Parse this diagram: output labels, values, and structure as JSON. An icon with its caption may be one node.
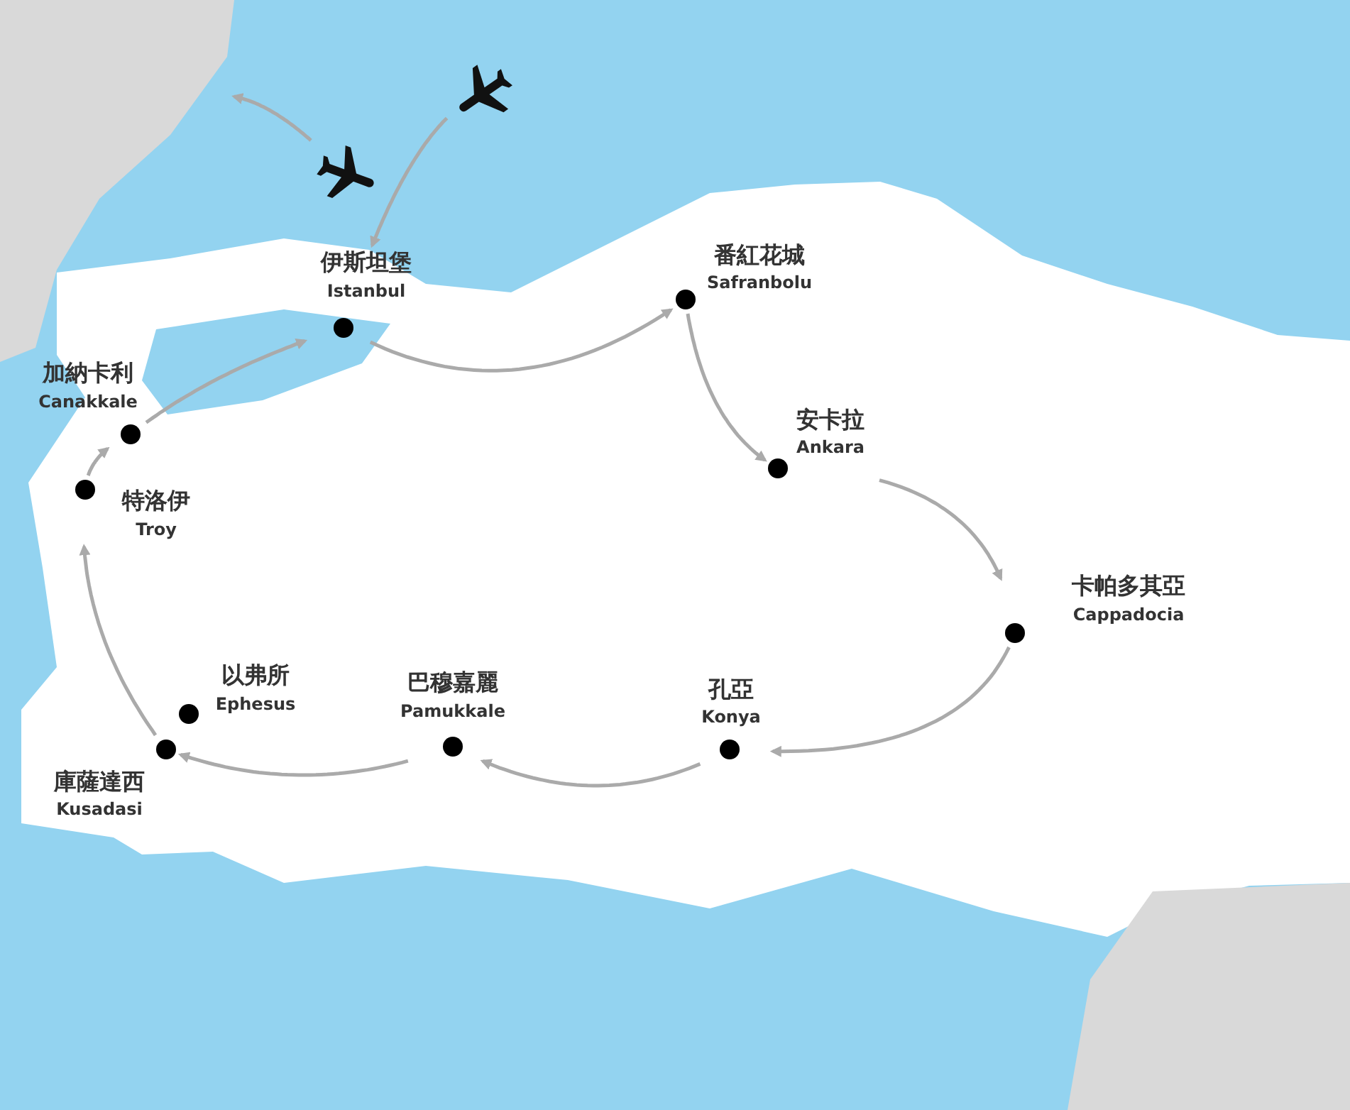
{
  "diagram": {
    "nodes": [
      {
        "text": [],
        "shape": "picture"
      },
      {
        "text": [],
        "shape": "picture"
      },
      {
        "text": [
          "伊斯坦堡",
          "Istanbul"
        ]
      },
      {
        "text": [
          "番紅花城",
          "Safranbolu"
        ]
      },
      {
        "text": [
          "加納卡利",
          "Canakkale"
        ]
      },
      {
        "text": [
          "安卡拉",
          "Ankara"
        ]
      },
      {
        "text": [
          "特洛伊",
          "Troy"
        ]
      },
      {
        "text": [
          "卡帕多其亞",
          "Cappadocia"
        ]
      },
      {
        "text": [
          "以弗所",
          "Ephesus"
        ]
      },
      {
        "text": [
          "巴穆嘉麗",
          "Pamukkale"
        ]
      },
      {
        "text": [
          "孔亞",
          "Konya"
        ]
      },
      {
        "text": [
          "庫薩達西",
          "Kusadasi"
        ]
      }
    ],
    "edges": [
      {
        "from": 1,
        "to": null,
        "arrow": "to"
      },
      {
        "from": 0,
        "to": 2,
        "arrow": "to"
      },
      {
        "from": 2,
        "to": 3,
        "arrow": "to"
      },
      {
        "from": 3,
        "to": 5,
        "arrow": "to"
      },
      {
        "from": 5,
        "to": 7,
        "arrow": "to"
      },
      {
        "from": 7,
        "to": 10,
        "arrow": "to"
      },
      {
        "from": 10,
        "to": 9,
        "arrow": "to"
      },
      {
        "from": 9,
        "to": 11,
        "arrow": "to"
      },
      {
        "from": 11,
        "to": 6,
        "arrow": "to"
      },
      {
        "from": 6,
        "to": 4,
        "arrow": "to"
      },
      {
        "from": 4,
        "to": 2,
        "arrow": "to"
      }
    ]
  }
}
